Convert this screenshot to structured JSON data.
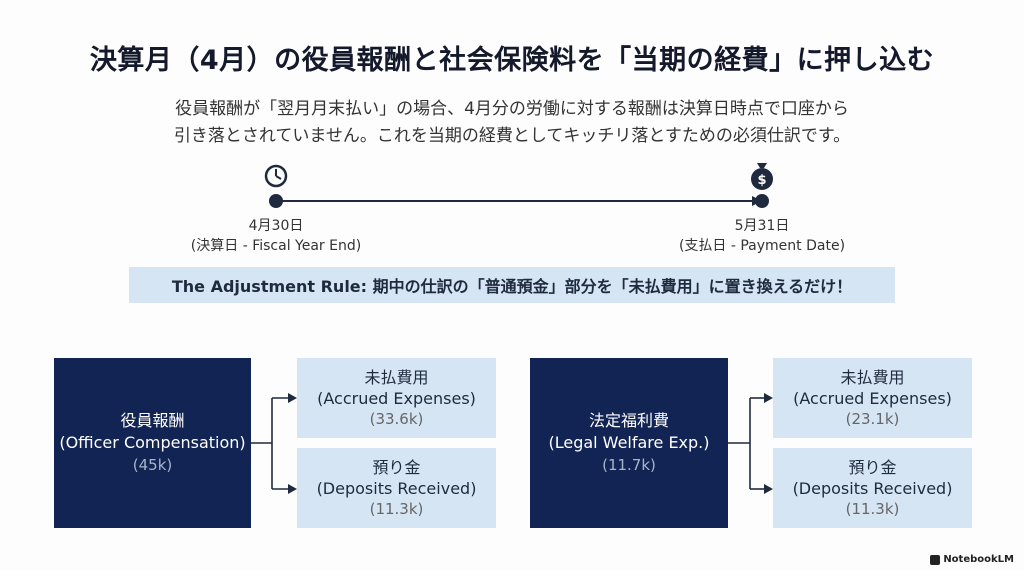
{
  "title": "決算月（4月）の役員報酬と社会保険料を「当期の経費」に押し込む",
  "intro": {
    "line1": "役員報酬が「翌月月末払い」の場合、4月分の労働に対する報酬は決算日時点で口座から",
    "line2": "引き落とされていません。これを当期の経費としてキッチリ落とすための必須仕訳です。"
  },
  "timeline": {
    "start": {
      "date": "4月30日",
      "label": "(決算日 - Fiscal Year End)",
      "icon": "clock-icon"
    },
    "end": {
      "date": "5月31日",
      "label": "(支払日 - Payment Date)",
      "icon": "money-bag-icon"
    }
  },
  "rule": "The Adjustment Rule: 期中の仕訳の「普通預金」部分を「未払費用」に置き換えるだけ！",
  "groups": [
    {
      "source": {
        "name_ja": "役員報酬",
        "name_en": "(Officer Compensation)",
        "amount": "(45k)"
      },
      "targets": [
        {
          "name_ja": "未払費用",
          "name_en": "(Accrued Expenses)",
          "amount": "(33.6k)"
        },
        {
          "name_ja": "預り金",
          "name_en": "(Deposits Received)",
          "amount": "(11.3k)"
        }
      ]
    },
    {
      "source": {
        "name_ja": "法定福利費",
        "name_en": "(Legal Welfare Exp.)",
        "amount": "(11.7k)"
      },
      "targets": [
        {
          "name_ja": "未払費用",
          "name_en": "(Accrued Expenses)",
          "amount": "(23.1k)"
        },
        {
          "name_ja": "預り金",
          "name_en": "(Deposits Received)",
          "amount": "(11.3k)"
        }
      ]
    }
  ],
  "badge": "NotebookLM",
  "colors": {
    "navy": "#122453",
    "light_blue": "#d6e5f4"
  }
}
